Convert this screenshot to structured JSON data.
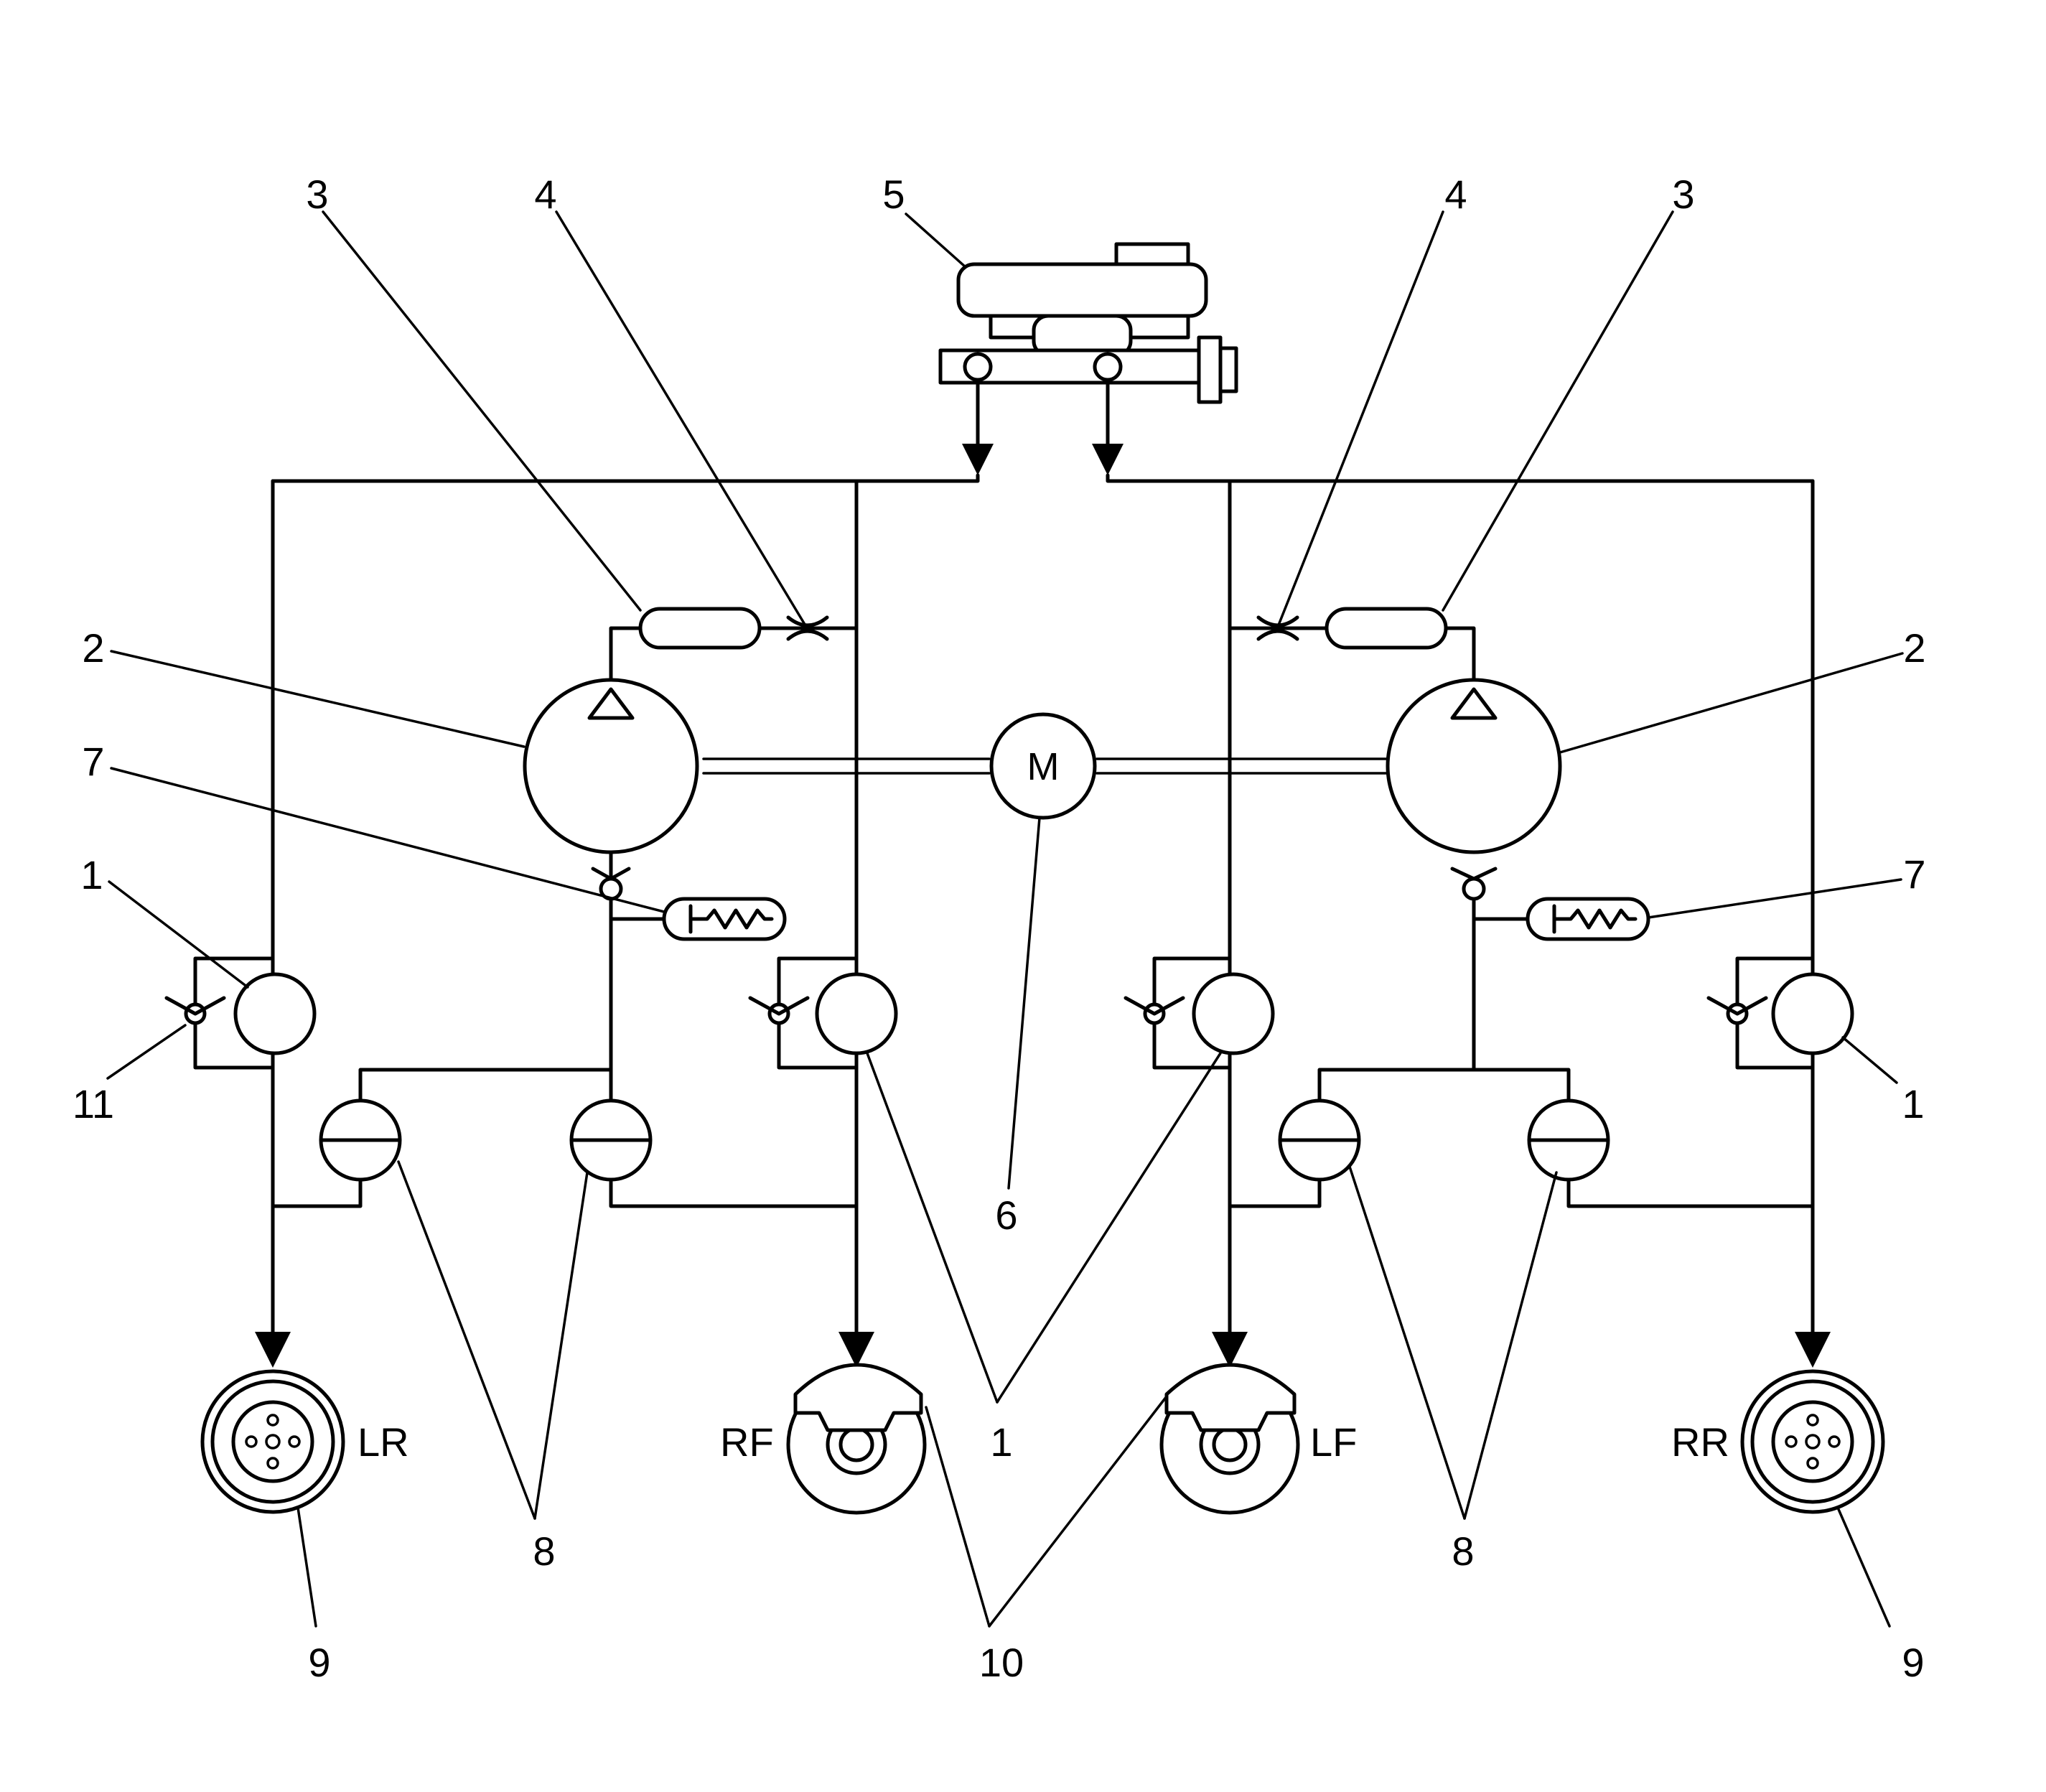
{
  "callouts": {
    "c1a": "1",
    "c1b": "1",
    "c1c": "1",
    "c2a": "2",
    "c2b": "2",
    "c3a": "3",
    "c3b": "3",
    "c4a": "4",
    "c4b": "4",
    "c5": "5",
    "c6": "6",
    "c7a": "7",
    "c7b": "7",
    "c8a": "8",
    "c8b": "8",
    "c9a": "9",
    "c9b": "9",
    "c10": "10",
    "c11": "11"
  },
  "wheels": {
    "lr": "LR",
    "rf": "RF",
    "lf": "LF",
    "rr": "RR"
  },
  "motor": {
    "label": "M"
  }
}
